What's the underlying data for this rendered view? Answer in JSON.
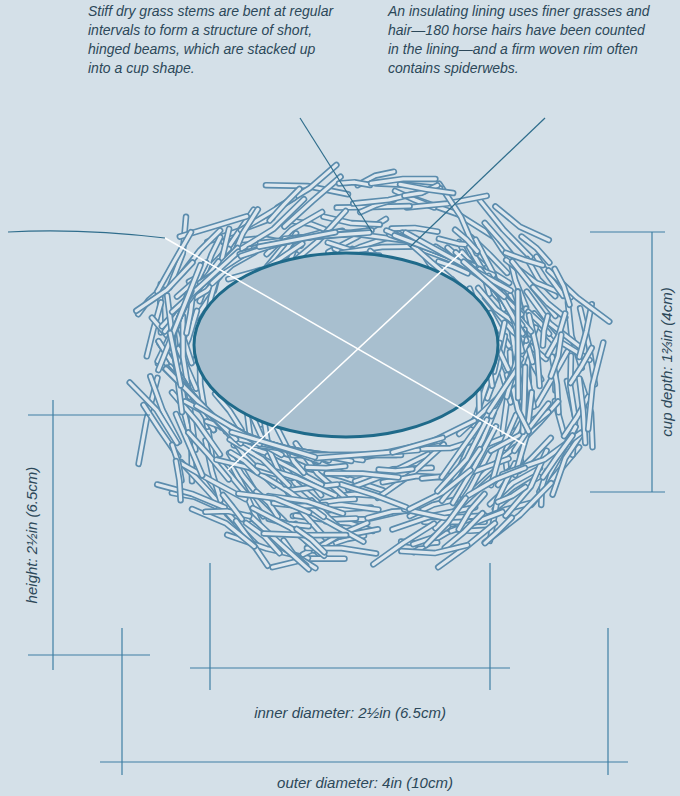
{
  "diagram": {
    "labels": [
      "Stiff dry grass stems are bent at regular intervals to form a structure of short, hinged beams, which are stacked up into a cup shape.",
      "An insulating lining uses finer grasses and hair—180 horse hairs have been counted in the lining—and a firm woven rim often contains spiderwebs.",
      "cup depth: 1⅔in (4cm)",
      "height: 2½in (6.5cm)",
      "inner diameter: 2½in (6.5cm)",
      "outer diameter: 4in (10cm)"
    ]
  }
}
